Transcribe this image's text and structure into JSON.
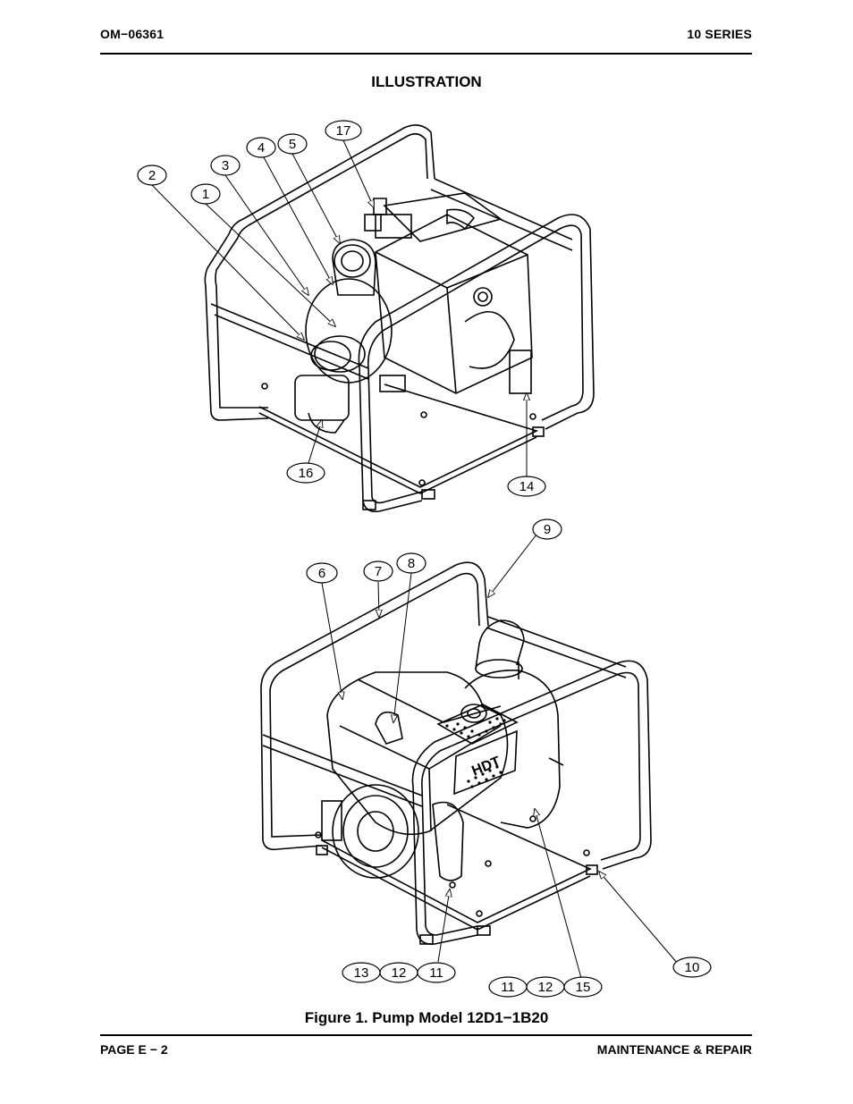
{
  "header": {
    "doc_number": "OM−06361",
    "series": "10 SERIES"
  },
  "section_title": "ILLUSTRATION",
  "figure": {
    "caption": "Figure 1.  Pump Model 12D1−1B20",
    "callouts_top": [
      "2",
      "1",
      "3",
      "4",
      "5",
      "17",
      "16",
      "14"
    ],
    "callouts_bottom": [
      "6",
      "7",
      "8",
      "9",
      "10",
      "13",
      "12",
      "11",
      "11",
      "12",
      "15"
    ],
    "nameplate_text": "HDT"
  },
  "footer": {
    "page": "PAGE E − 2",
    "section": "MAINTENANCE & REPAIR"
  }
}
